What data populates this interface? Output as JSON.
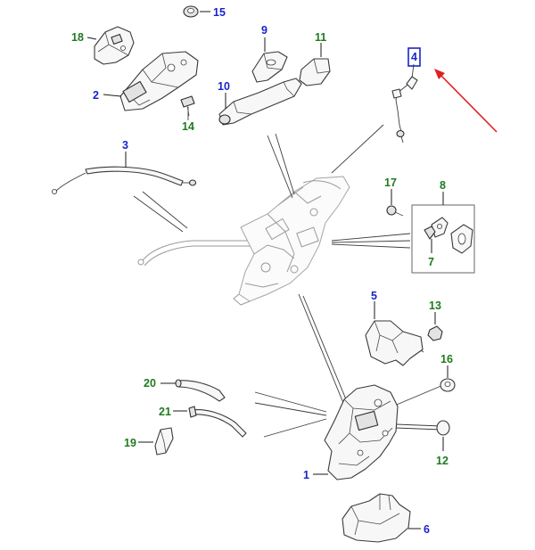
{
  "diagram": {
    "callouts": [
      {
        "id": "1",
        "color": "#1a24c8"
      },
      {
        "id": "2",
        "color": "#1a24c8"
      },
      {
        "id": "3",
        "color": "#1a24c8"
      },
      {
        "id": "4",
        "color": "#1a24c8",
        "highlighted": true
      },
      {
        "id": "5",
        "color": "#1a24c8"
      },
      {
        "id": "6",
        "color": "#1a24c8"
      },
      {
        "id": "7",
        "color": "#1f7a1f"
      },
      {
        "id": "8",
        "color": "#1f7a1f"
      },
      {
        "id": "9",
        "color": "#1a24c8"
      },
      {
        "id": "10",
        "color": "#1a24c8"
      },
      {
        "id": "11",
        "color": "#1f7a1f"
      },
      {
        "id": "12",
        "color": "#1f7a1f"
      },
      {
        "id": "13",
        "color": "#1f7a1f"
      },
      {
        "id": "14",
        "color": "#1f7a1f"
      },
      {
        "id": "15",
        "color": "#1a24c8"
      },
      {
        "id": "16",
        "color": "#1f7a1f"
      },
      {
        "id": "17",
        "color": "#1f7a1f"
      },
      {
        "id": "18",
        "color": "#1f7a1f"
      },
      {
        "id": "19",
        "color": "#1f7a1f"
      },
      {
        "id": "20",
        "color": "#1f7a1f"
      },
      {
        "id": "21",
        "color": "#1f7a1f"
      }
    ],
    "highlight_box_color": "#1a24c8",
    "pointer_arrow_color": "#e02020",
    "line_color": "#3d3d3d"
  }
}
